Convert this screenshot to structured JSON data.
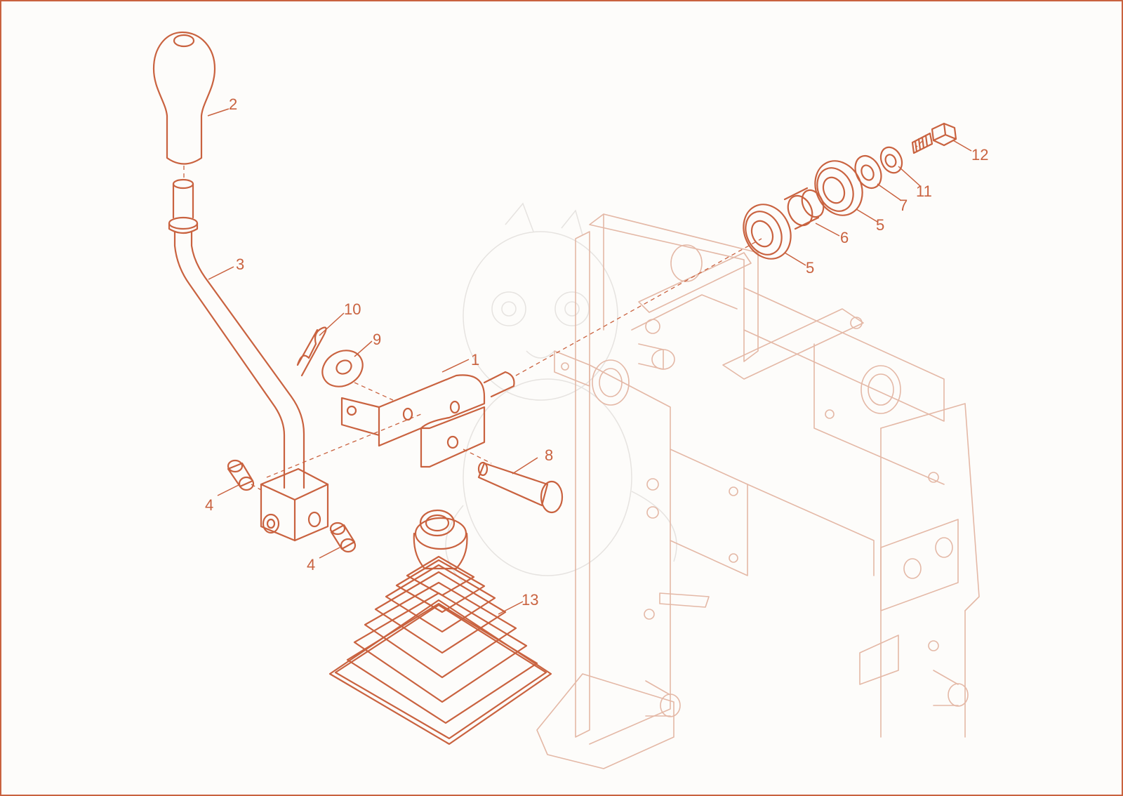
{
  "colors": {
    "primary": "#c9623f",
    "faint": "#e4b8a6",
    "background": "#fdfcfa",
    "watermark": "#e6e3e0",
    "border": "#c9623f"
  },
  "callouts": [
    {
      "id": "knob",
      "label": "2"
    },
    {
      "id": "lever",
      "label": "3"
    },
    {
      "id": "spring-clip",
      "label": "10"
    },
    {
      "id": "washer-flat",
      "label": "9"
    },
    {
      "id": "clevis-bracket",
      "label": "1"
    },
    {
      "id": "clevis-pin",
      "label": "8"
    },
    {
      "id": "bushing-left",
      "label": "4"
    },
    {
      "id": "bushing-right",
      "label": "4"
    },
    {
      "id": "gaiter-boot",
      "label": "13"
    },
    {
      "id": "bearing-front",
      "label": "5"
    },
    {
      "id": "spacer",
      "label": "6"
    },
    {
      "id": "bearing-rear",
      "label": "5"
    },
    {
      "id": "washer-large",
      "label": "7"
    },
    {
      "id": "washer-small",
      "label": "11"
    },
    {
      "id": "bolt",
      "label": "12"
    }
  ]
}
